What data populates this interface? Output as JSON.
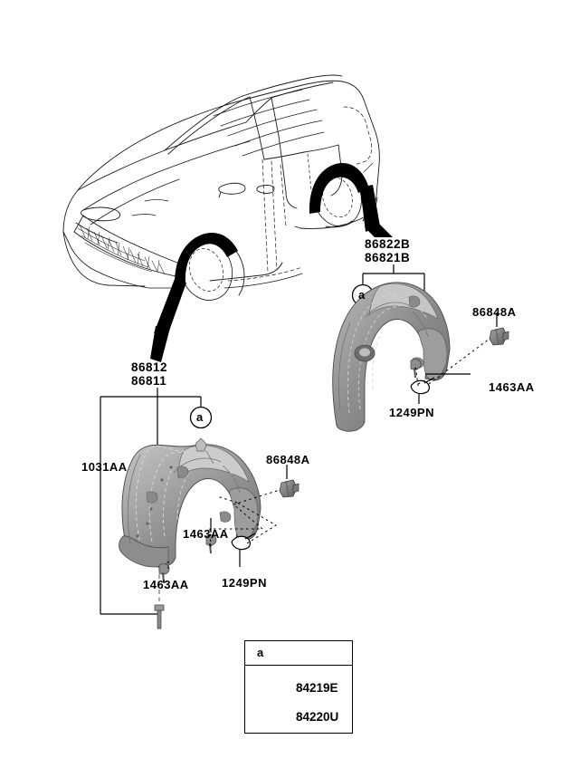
{
  "diagram": {
    "title": "Wheel Guard / Fender Liner Parts Diagram",
    "background_color": "#ffffff",
    "line_color": "#000000",
    "part_fill_color": "#8c8c8c",
    "highlight_color": "#000000"
  },
  "vehicle": {
    "name": "vehicle-outline",
    "description": "Three-quarter front view line drawing of a boxy compact SUV with front and rear wheel arches highlighted in solid black"
  },
  "callouts": {
    "rear_arch": {
      "part_numbers": [
        "86822B",
        "86821B"
      ],
      "marker_label": "a"
    },
    "front_arch": {
      "part_numbers": [
        "86812",
        "86811"
      ],
      "marker_label": "a"
    }
  },
  "assemblies": [
    {
      "name": "rear-wheel-guard-assembly",
      "part_numbers": [
        "86822B",
        "86821B"
      ],
      "marker_label": "a",
      "fasteners": [
        {
          "label": "86848A",
          "type": "clip"
        },
        {
          "label": "1463AA",
          "type": "pin"
        },
        {
          "label": "1249PN",
          "type": "screw"
        }
      ]
    },
    {
      "name": "front-wheel-guard-assembly",
      "part_numbers": [
        "86812",
        "86811"
      ],
      "marker_label": "a",
      "bracket_label": "1031AA",
      "fasteners": [
        {
          "label": "86848A",
          "type": "clip"
        },
        {
          "label": "1463AA",
          "type": "pin"
        },
        {
          "label": "1463AA",
          "type": "pin"
        },
        {
          "label": "1249PN",
          "type": "screw"
        }
      ]
    }
  ],
  "legend": {
    "marker_label": "a",
    "items": [
      {
        "label": "84219E",
        "type": "plug-cap"
      },
      {
        "label": "84220U",
        "type": "grommet-washer"
      }
    ]
  }
}
